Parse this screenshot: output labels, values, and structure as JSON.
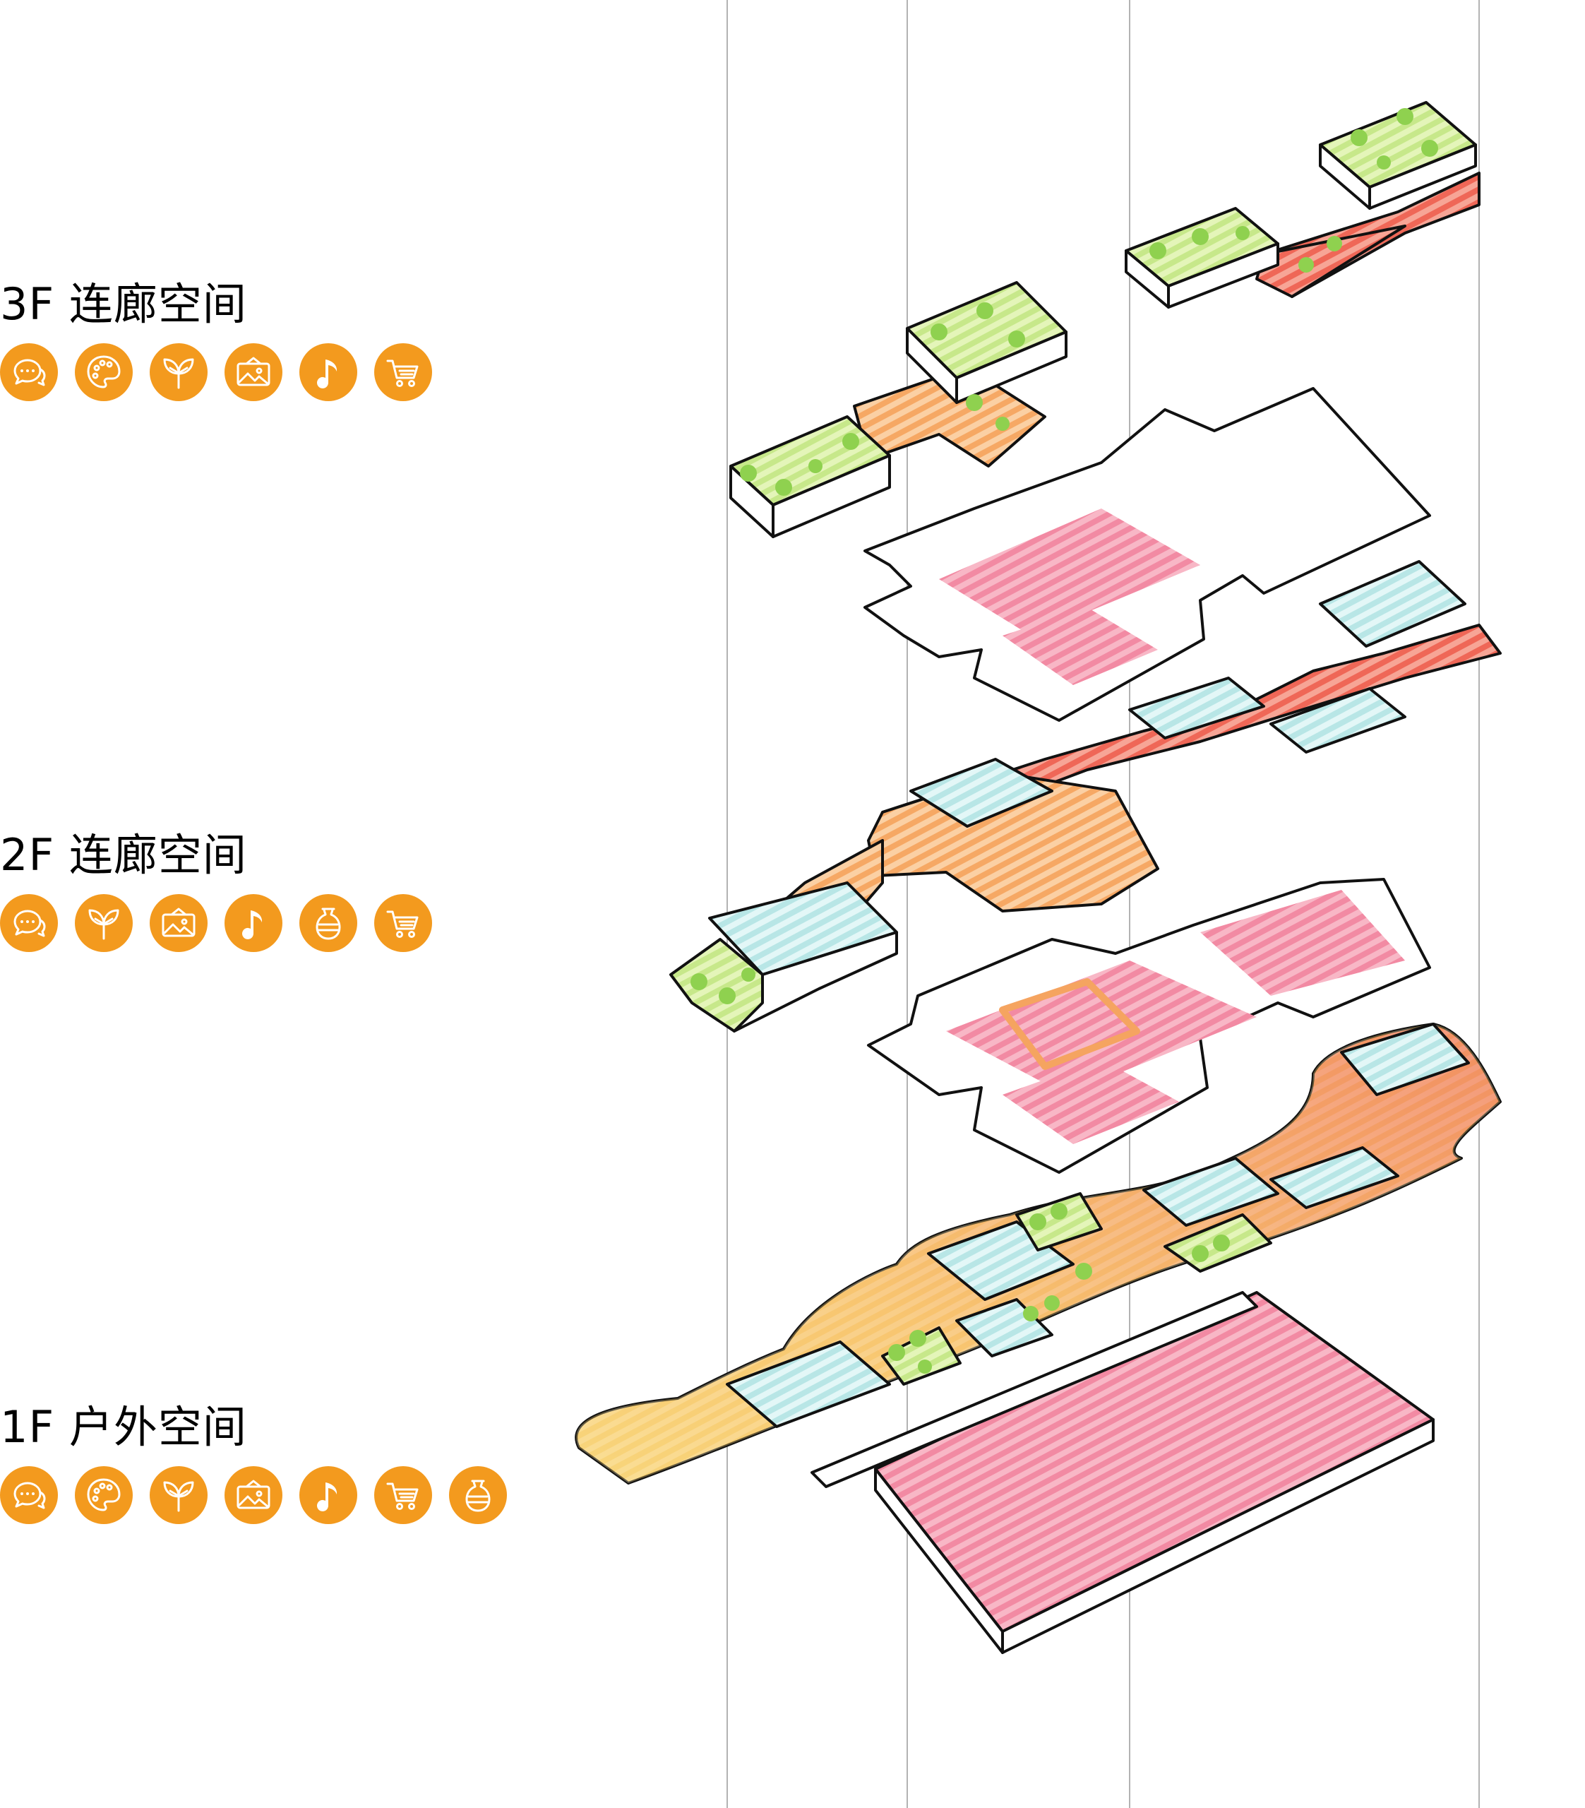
{
  "colors": {
    "icon_bg": "#f39a1e",
    "green_roof": "#c7e88a",
    "tree": "#8fd14f",
    "pool": "#bfeaea",
    "pink_room": "#f49ab0",
    "orange_path": "#f7b97a",
    "red_corridor": "#f06a5a",
    "yellow_ground": "#f9d982",
    "outline": "#111111"
  },
  "levels": [
    {
      "title": "3F 连廊空间",
      "icons": [
        "chat-icon",
        "palette-icon",
        "sprout-icon",
        "picture-icon",
        "music-icon",
        "cart-icon"
      ]
    },
    {
      "title": "2F 连廊空间",
      "icons": [
        "chat-icon",
        "sprout-icon",
        "picture-icon",
        "music-icon",
        "vase-icon",
        "cart-icon"
      ]
    },
    {
      "title": "1F 户外空间",
      "icons": [
        "chat-icon",
        "palette-icon",
        "sprout-icon",
        "picture-icon",
        "music-icon",
        "cart-icon",
        "vase-icon"
      ]
    }
  ]
}
